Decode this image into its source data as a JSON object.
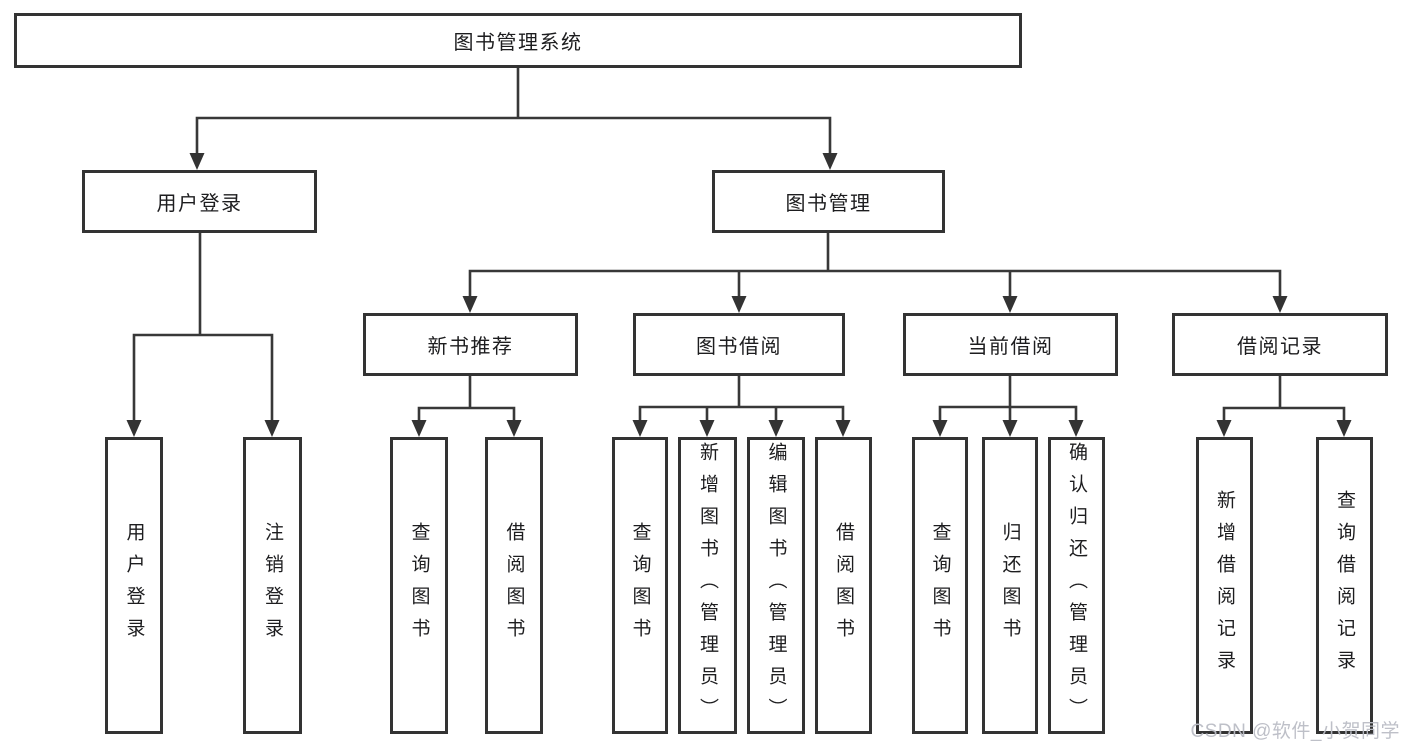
{
  "tree": {
    "root": "图书管理系统",
    "level2": [
      {
        "label": "用户登录",
        "leaves": [
          "用户登录",
          "注销登录"
        ]
      },
      {
        "label": "图书管理",
        "modules": [
          {
            "label": "新书推荐",
            "leaves": [
              "查询图书",
              "借阅图书"
            ]
          },
          {
            "label": "图书借阅",
            "leaves": [
              "查询图书",
              "新增图书（管理员）",
              "编辑图书（管理员）",
              "借阅图书"
            ]
          },
          {
            "label": "当前借阅",
            "leaves": [
              "查询图书",
              "归还图书",
              "确认归还（管理员）"
            ]
          },
          {
            "label": "借阅记录",
            "leaves": [
              "新增借阅记录",
              "查询借阅记录"
            ]
          }
        ]
      }
    ]
  },
  "colors": {
    "line": "#383838",
    "border": "#333333",
    "text": "#1d1d1f",
    "watermark": "#babdc5"
  },
  "watermark": {
    "text": "CSDN @软件_小贺同学"
  }
}
